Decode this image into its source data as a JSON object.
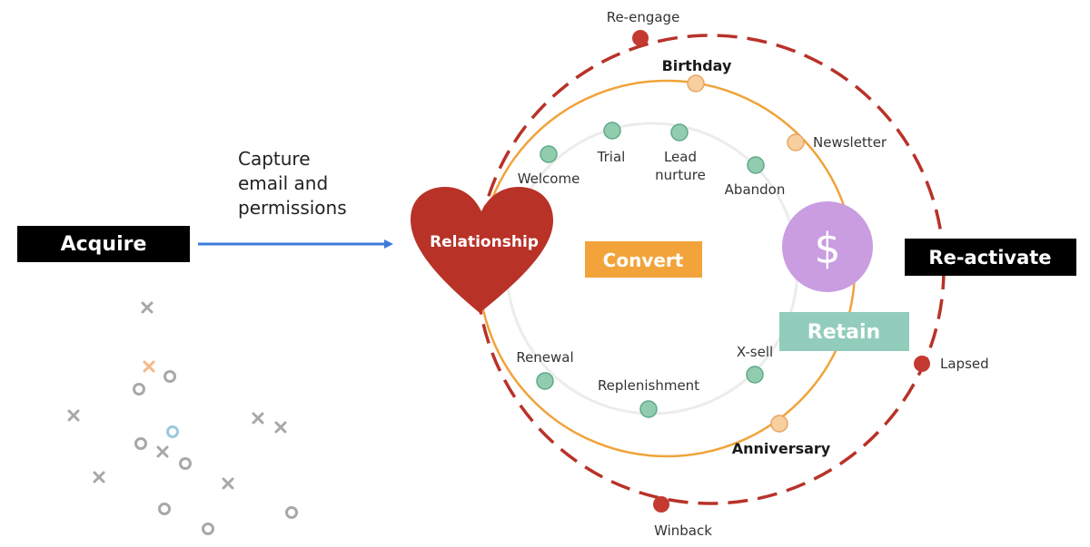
{
  "stages": {
    "acquire": "Acquire",
    "relationship": "Relationship",
    "convert": "Convert",
    "retain": "Retain",
    "reactivate": "Re-activate"
  },
  "capture_lines": [
    "Capture",
    "email and",
    "permissions"
  ],
  "dollar_symbol": "$",
  "inner_touchpoints": [
    "Welcome",
    "Trial",
    "Lead",
    "nurture",
    "Abandon",
    "Renewal",
    "Replenishment",
    "X-sell"
  ],
  "middle_touchpoints": [
    "Birthday",
    "Newsletter",
    "Anniversary"
  ],
  "outer_touchpoints": [
    "Re-engage",
    "Lapsed",
    "Winback"
  ],
  "colors": {
    "acquire_box": "#000000",
    "arrow": "#3d7bd9",
    "heart": "#b83228",
    "convert_box": "#f2a33a",
    "retain_box": "#92ccba",
    "dollar_circle": "#c99de0",
    "orange_ring": "#f0a33a",
    "red_dashed_ring": "#b83228",
    "teal_dot": "#92ccae",
    "peach_dot": "#f8cf9e",
    "red_dot": "#c43a30"
  }
}
